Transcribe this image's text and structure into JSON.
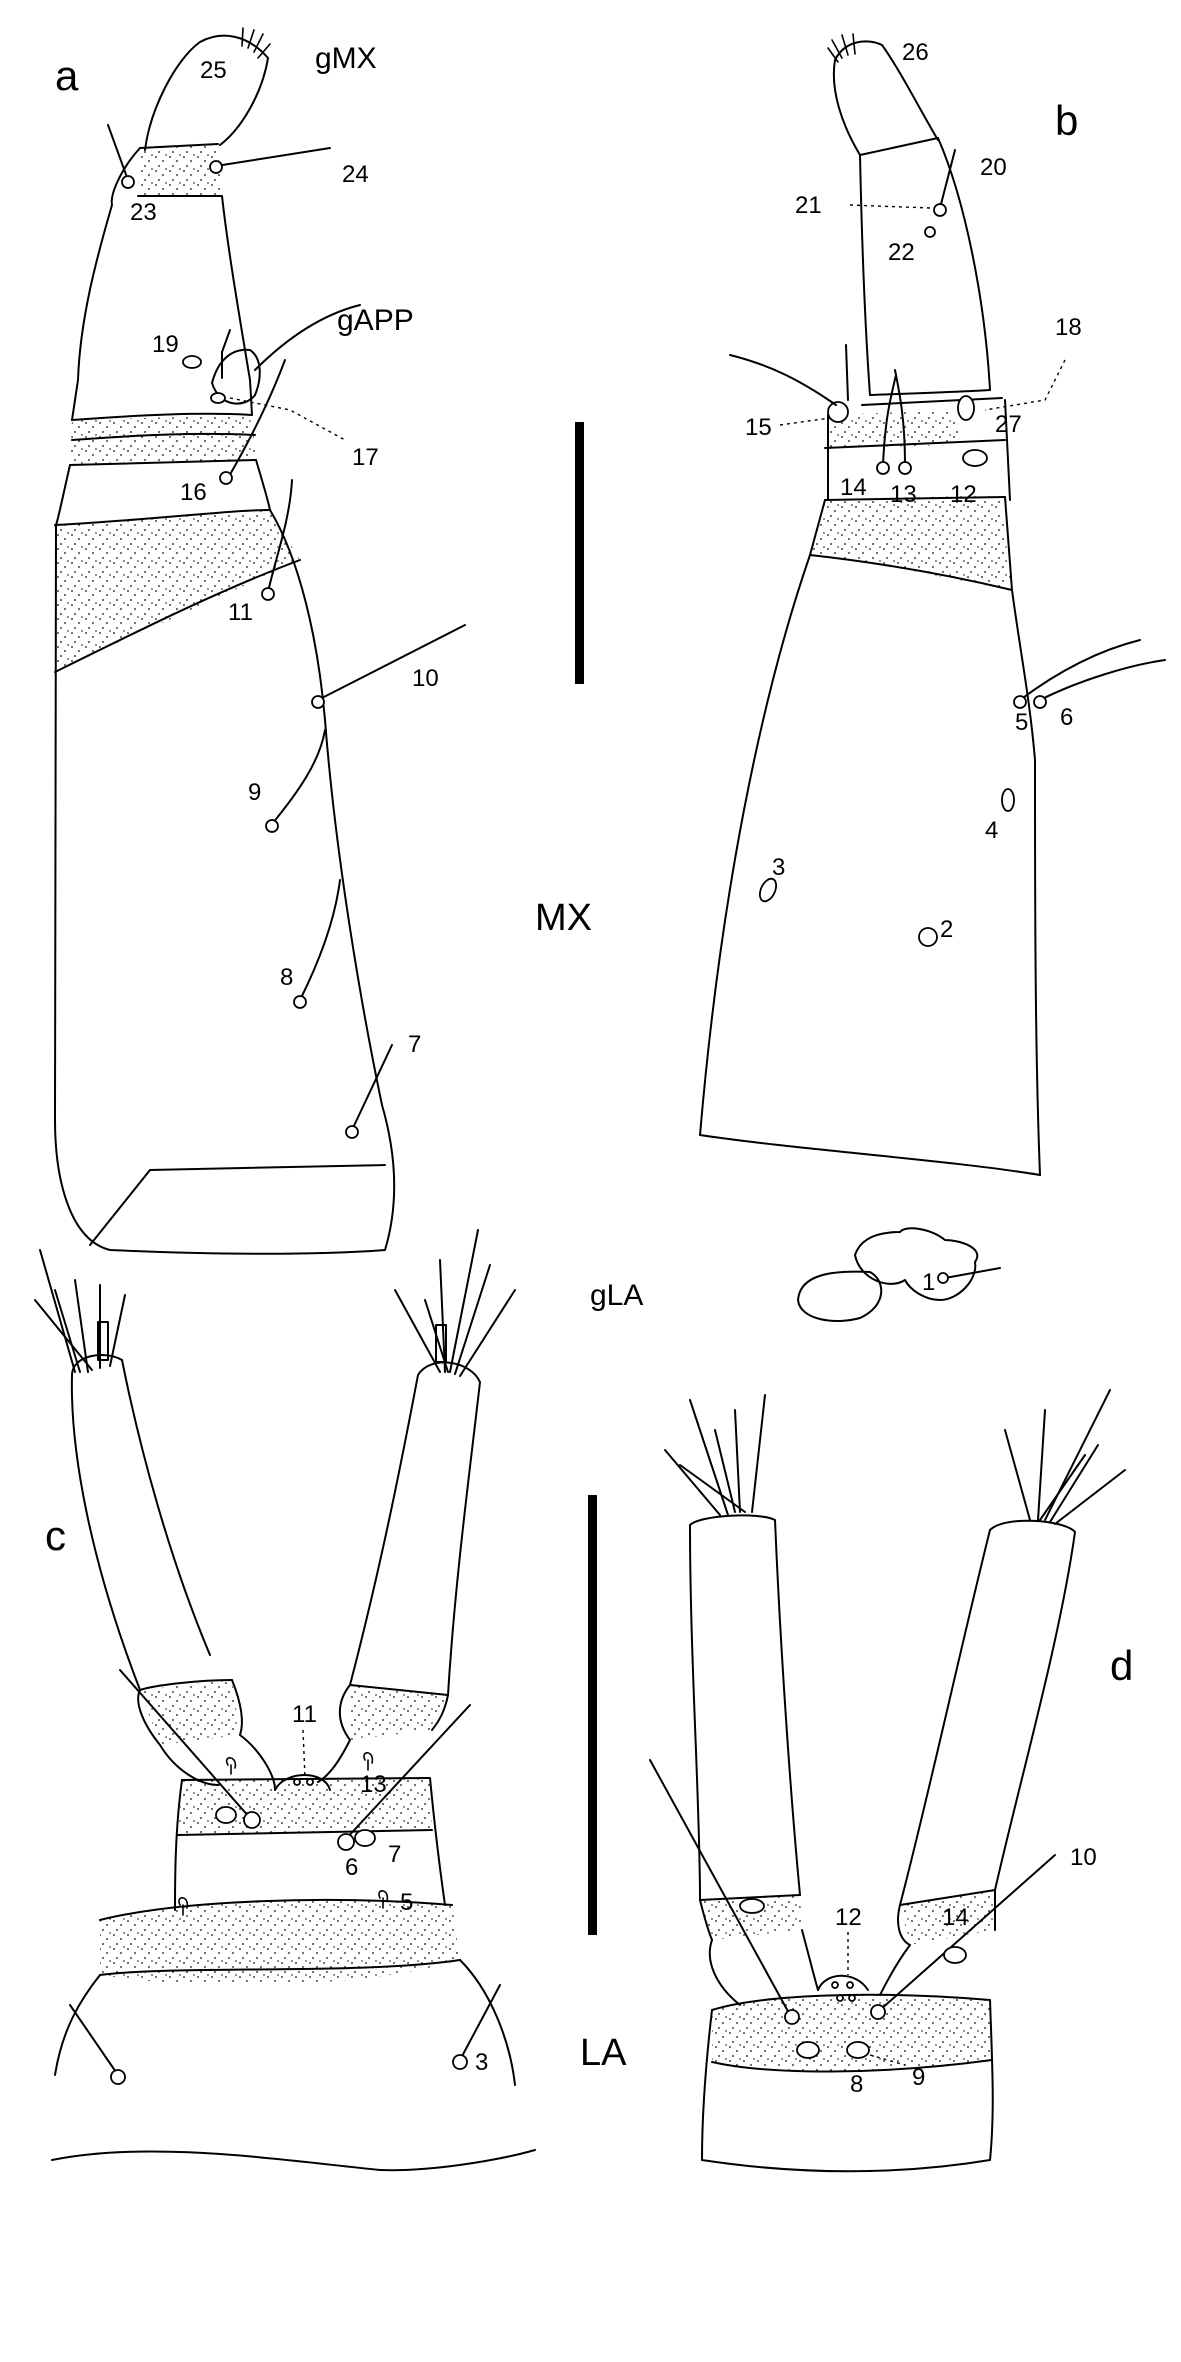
{
  "figure": {
    "panel_letters": [
      "a",
      "b",
      "c",
      "d"
    ],
    "region_labels": {
      "gMX": "gMX",
      "gAPP": "gAPP",
      "MX": "MX",
      "gLA": "gLA",
      "LA": "LA"
    },
    "panel_a_numbers": [
      "23",
      "24",
      "25",
      "19",
      "16",
      "17",
      "11",
      "10",
      "9",
      "8",
      "7"
    ],
    "panel_b_numbers": [
      "26",
      "20",
      "21",
      "22",
      "18",
      "15",
      "27",
      "14",
      "13",
      "12",
      "5",
      "6",
      "4",
      "3",
      "2",
      "1"
    ],
    "panel_c_numbers": [
      "11",
      "13",
      "6",
      "7",
      "5",
      "3"
    ],
    "panel_d_numbers": [
      "12",
      "14",
      "10",
      "8",
      "9"
    ]
  }
}
